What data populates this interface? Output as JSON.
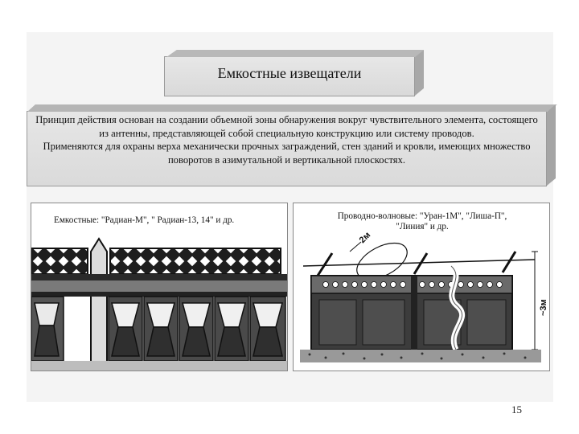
{
  "title": "Емкостные извещатели",
  "description": {
    "line1": "Принцип действия основан на создании объемной зоны обнаружения вокруг чувствительного элемента, состоящего из антенны, представляющей собой специальную конструкцию или систему проводов.",
    "line2": "Применяются для охраны верха механически прочных заграждений, стен зданий и кровли, имеющих множество поворотов в азимутальной и вертикальной плоскостях."
  },
  "left_figure": {
    "caption": "Емкостные: \"Радиан-М\", \" Радиан-13, 14\" и др."
  },
  "right_figure": {
    "caption_line1": "Проводно-волновые: \"Уран-1М\", \"Лиша-П\",",
    "caption_line2": "\"Линия\" и др.",
    "dim_top": "2м",
    "dim_side": "~3м"
  },
  "page_number": "15"
}
